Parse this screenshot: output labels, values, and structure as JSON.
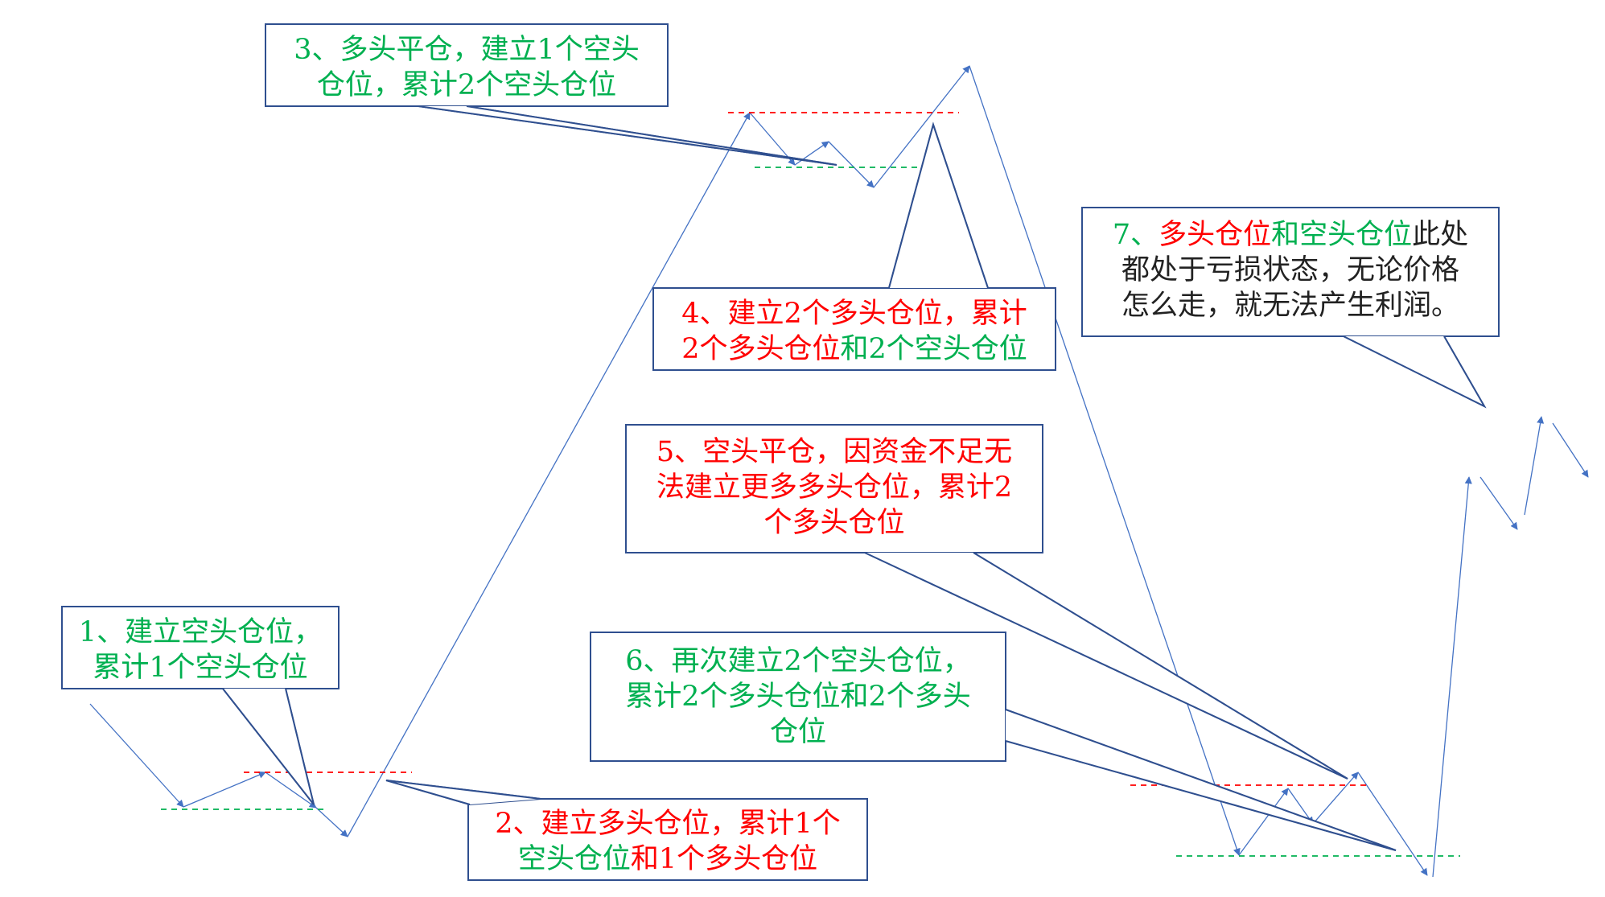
{
  "colors": {
    "price_line": "#4472c4",
    "callout_border": "#2f4f8f",
    "resistance": "#ff0000",
    "support": "#00b050",
    "short": "#00b050",
    "long": "#ff0000",
    "neutral": "#222222"
  },
  "callouts": [
    {
      "id": "1",
      "lines": [
        [
          {
            "text": "1、建立空头仓位，",
            "tone": "green"
          }
        ],
        [
          {
            "text": "累计1个空头仓位",
            "tone": "green"
          }
        ]
      ]
    },
    {
      "id": "2",
      "lines": [
        [
          {
            "text": "2、建立多头仓位，累计1个",
            "tone": "red"
          }
        ],
        [
          {
            "text": "空头仓位",
            "tone": "green"
          },
          {
            "text": "和1个多头仓位",
            "tone": "red"
          }
        ]
      ]
    },
    {
      "id": "3",
      "lines": [
        [
          {
            "text": "3、多头平仓，建立1个空头",
            "tone": "green"
          }
        ],
        [
          {
            "text": "仓位，累计2个空头仓位",
            "tone": "green"
          }
        ]
      ]
    },
    {
      "id": "4",
      "lines": [
        [
          {
            "text": "4、建立2个多头仓位，累计",
            "tone": "red"
          }
        ],
        [
          {
            "text": "2个多头仓位",
            "tone": "red"
          },
          {
            "text": "和2个空头仓位",
            "tone": "green"
          }
        ]
      ]
    },
    {
      "id": "5",
      "lines": [
        [
          {
            "text": "5、空头平仓，因资金不足无",
            "tone": "red"
          }
        ],
        [
          {
            "text": "法建立更多多头仓位，累计2",
            "tone": "red"
          }
        ],
        [
          {
            "text": "个多头仓位",
            "tone": "red"
          }
        ]
      ]
    },
    {
      "id": "6",
      "lines": [
        [
          {
            "text": "6、再次建立2个空头仓位，",
            "tone": "green"
          }
        ],
        [
          {
            "text": "累计2个多头仓位和2个多头",
            "tone": "green"
          }
        ],
        [
          {
            "text": "仓位",
            "tone": "green"
          }
        ]
      ]
    },
    {
      "id": "7",
      "lines": [
        [
          {
            "text": "7、",
            "tone": "green"
          },
          {
            "text": "多头仓位",
            "tone": "red"
          },
          {
            "text": "和空头仓位",
            "tone": "green"
          },
          {
            "text": "此处",
            "tone": "neutral"
          }
        ],
        [
          {
            "text": "都处于亏损状态，无论价格",
            "tone": "neutral"
          }
        ],
        [
          {
            "text": "怎么走，就无法产生利润。",
            "tone": "neutral"
          }
        ]
      ]
    }
  ]
}
